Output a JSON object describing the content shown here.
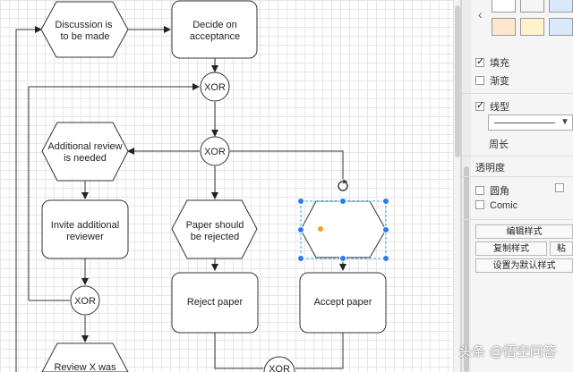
{
  "diagram": {
    "nodes": {
      "discussion": "Discussion is\nto be made",
      "decide": "Decide on\nacceptance",
      "xor1": "XOR",
      "xor2": "XOR",
      "additional_review": "Additional review\nis needed",
      "paper_rejected": "Paper should\nbe rejected",
      "invite": "Invite additional\nreviewer",
      "xor3": "XOR",
      "reject_paper": "Reject paper",
      "accept_paper": "Accept paper",
      "review_x": "Review X was",
      "xor_bottom": "XOR"
    }
  },
  "format_panel": {
    "swatch_colors_row1": [
      "#ffffff",
      "#f5f5f5",
      "#dae8fc"
    ],
    "swatch_colors_row2": [
      "#ffe6cc",
      "#fff2cc",
      "#dae8fc"
    ],
    "fill": {
      "label": "填充",
      "checked": true
    },
    "gradient": {
      "label": "渐变",
      "checked": false
    },
    "line": {
      "label": "线型",
      "checked": true
    },
    "perimeter": "周长",
    "opacity": "透明度",
    "rounded": {
      "label": "圆角",
      "checked": false
    },
    "comic": {
      "label": "Comic",
      "checked": false
    },
    "edit_style": "编辑样式",
    "copy_style": "复制样式",
    "paste_style": "粘",
    "set_default": "设置为默认样式"
  },
  "watermark": "头条 @悟空问答"
}
